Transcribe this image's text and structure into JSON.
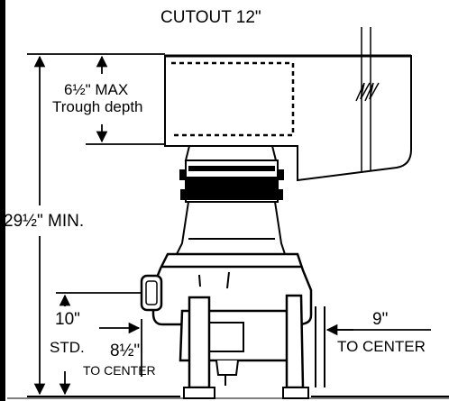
{
  "diagram": {
    "title": "CUTOUT 12\"",
    "labels": {
      "trough_depth_value": "6½\" MAX",
      "trough_depth_caption": "Trough depth",
      "overall_height": "29½\" MIN.",
      "height_10": "10\"",
      "height_10_std": "STD.",
      "offset_8_half": "8½\"",
      "offset_8_half_caption": "TO CENTER",
      "offset_9": "9\"",
      "offset_9_caption": "TO CENTER"
    },
    "colors": {
      "ink": "#000000",
      "paper": "#ffffff"
    }
  }
}
